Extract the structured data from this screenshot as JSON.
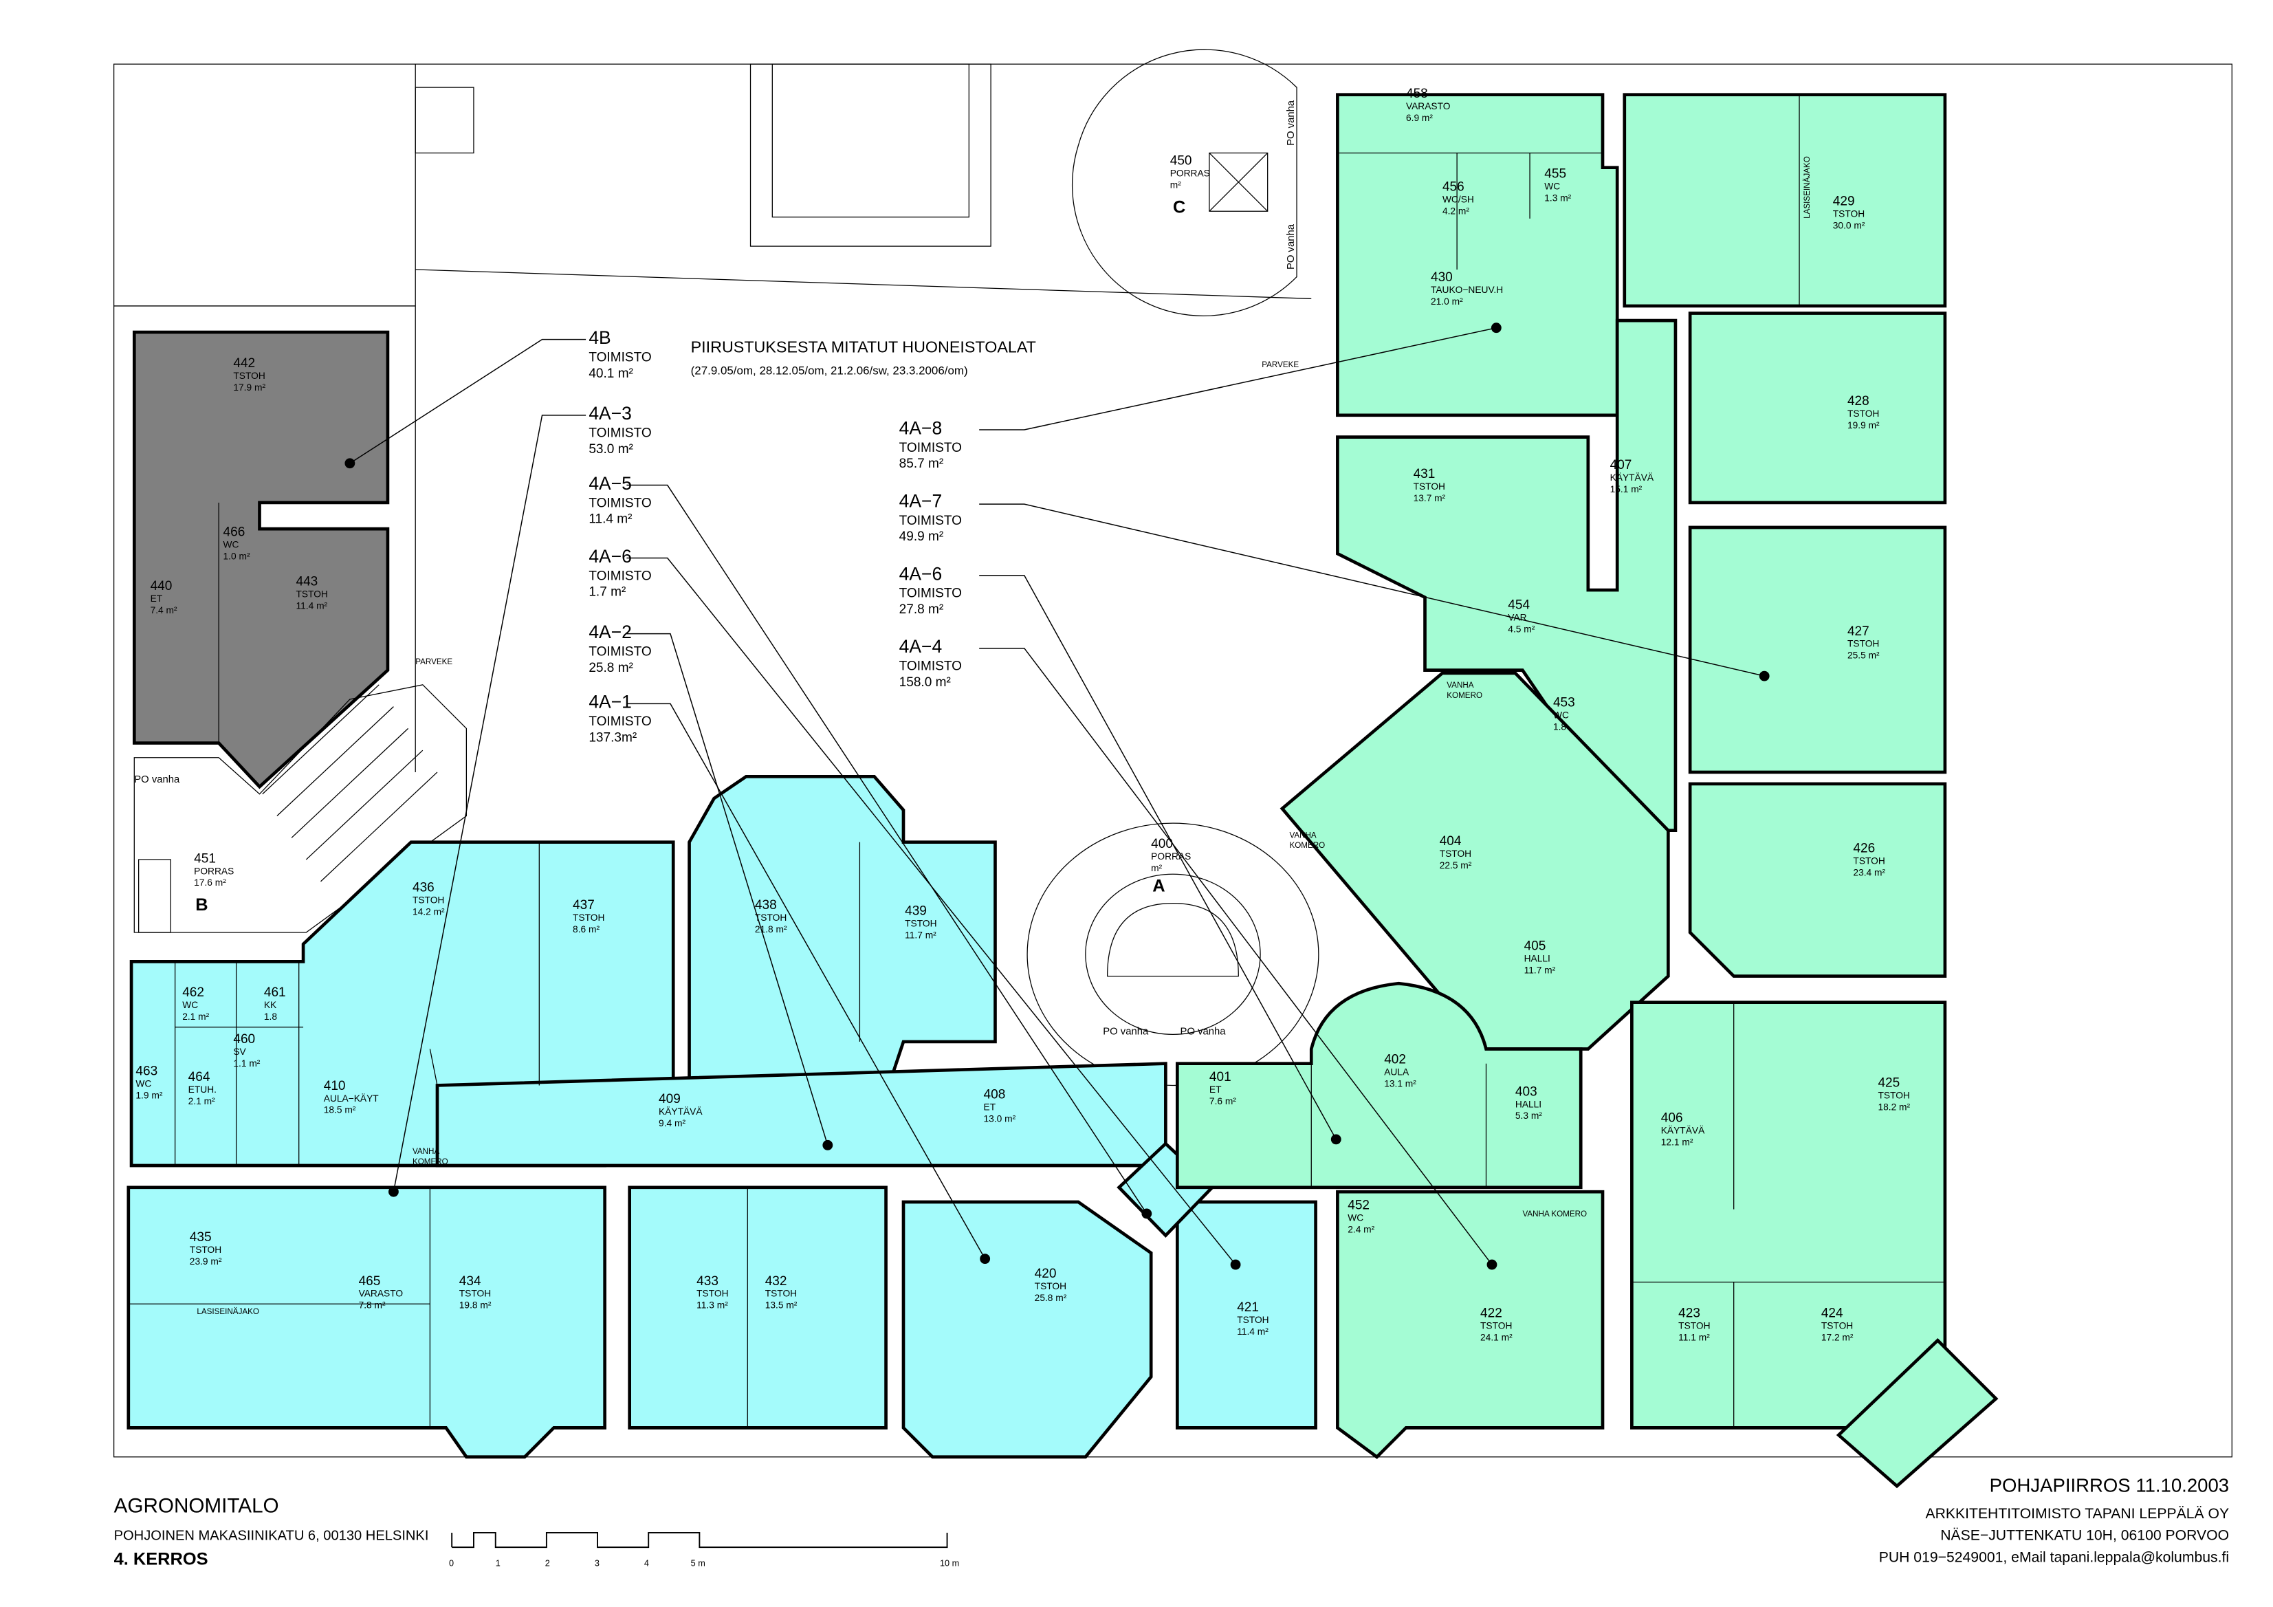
{
  "colors": {
    "apartment_4B": "#808080",
    "apartments_4A_west": "#a4fbfb",
    "apartments_4A_east": "#a4fcd4"
  },
  "header": {
    "title": "PIIRUSTUKSESTA MITATUT HUONEISTOALAT",
    "subtitle": "(27.9.05/om, 28.12.05/om, 21.2.06/sw, 23.3.2006/om)"
  },
  "apartments": [
    {
      "id": "4B",
      "type": "TOIMISTO",
      "area": "40.1  m²"
    },
    {
      "id": "4A−3",
      "type": "TOIMISTO",
      "area": "53.0  m²"
    },
    {
      "id": "4A−5",
      "type": "TOIMISTO",
      "area": "11.4  m²"
    },
    {
      "id": "4A−6",
      "type": "TOIMISTO",
      "area": "1.7    m²"
    },
    {
      "id": "4A−2",
      "type": "TOIMISTO",
      "area": "25.8  m²"
    },
    {
      "id": "4A−1",
      "type": "TOIMISTO",
      "area": "137.3m²"
    },
    {
      "id": "4A−8",
      "type": "TOIMISTO",
      "area": "85.7  m²"
    },
    {
      "id": "4A−7",
      "type": "TOIMISTO",
      "area": "49.9  m²"
    },
    {
      "id": "4A−6",
      "type": "TOIMISTO",
      "area": "27.8  m²"
    },
    {
      "id": "4A−4",
      "type": "TOIMISTO",
      "area": "158.0 m²"
    }
  ],
  "rooms": [
    {
      "number": "442",
      "name": "TSTOH",
      "area": "17.9  m²"
    },
    {
      "number": "466",
      "name": "WC",
      "area": "1.0  m²"
    },
    {
      "number": "440",
      "name": "ET",
      "area": "7.4  m²"
    },
    {
      "number": "443",
      "name": "TSTOH",
      "area": "11.4  m²"
    },
    {
      "number": "451",
      "name": "PORRAS",
      "area": "17.6  m²"
    },
    {
      "number": "450",
      "name": "PORRAS",
      "area": "m²"
    },
    {
      "number": "400",
      "name": "PORRAS",
      "area": "m²"
    },
    {
      "number": "436",
      "name": "TSTOH",
      "area": "14.2  m²"
    },
    {
      "number": "437",
      "name": "TSTOH",
      "area": "8.6  m²"
    },
    {
      "number": "438",
      "name": "TSTOH",
      "area": "21.8  m²"
    },
    {
      "number": "439",
      "name": "TSTOH",
      "area": "11.7  m²"
    },
    {
      "number": "462",
      "name": "WC",
      "area": "2.1  m²"
    },
    {
      "number": "461",
      "name": "KK",
      "area": "1.8"
    },
    {
      "number": "460",
      "name": "SV",
      "area": "1.1  m²"
    },
    {
      "number": "463",
      "name": "WC",
      "area": "1.9  m²"
    },
    {
      "number": "464",
      "name": "ETUH.",
      "area": "2.1  m²"
    },
    {
      "number": "410",
      "name": "AULA−KÄYT",
      "area": "18.5  m²"
    },
    {
      "number": "409",
      "name": "KÄYTÄVÄ",
      "area": "9.4  m²"
    },
    {
      "number": "408",
      "name": "ET",
      "area": "13.0  m²"
    },
    {
      "number": "435",
      "name": "TSTOH",
      "area": "23.9  m²"
    },
    {
      "number": "465",
      "name": "VARASTO",
      "area": "7.8  m²"
    },
    {
      "number": "434",
      "name": "TSTOH",
      "area": "19.8  m²"
    },
    {
      "number": "433",
      "name": "TSTOH",
      "area": "11.3  m²"
    },
    {
      "number": "432",
      "name": "TSTOH",
      "area": "13.5  m²"
    },
    {
      "number": "420",
      "name": "TSTOH",
      "area": "25.8  m²"
    },
    {
      "number": "421",
      "name": "TSTOH",
      "area": "11.4  m²"
    },
    {
      "number": "458",
      "name": "VARASTO",
      "area": "6.9  m²"
    },
    {
      "number": "456",
      "name": "WC/SH",
      "area": "4.2  m²"
    },
    {
      "number": "455",
      "name": "WC",
      "area": "1.3  m²"
    },
    {
      "number": "429",
      "name": "TSTOH",
      "area": "30.0  m²"
    },
    {
      "number": "430",
      "name": "TAUKO−NEUV.H",
      "area": "21.0  m²"
    },
    {
      "number": "428",
      "name": "TSTOH",
      "area": "19.9  m²"
    },
    {
      "number": "431",
      "name": "TSTOH",
      "area": "13.7  m²"
    },
    {
      "number": "407",
      "name": "KÄYTÄVÄ",
      "area": "15.1  m²"
    },
    {
      "number": "454",
      "name": "VAR",
      "area": "4.5  m²"
    },
    {
      "number": "427",
      "name": "TSTOH",
      "area": "25.5  m²"
    },
    {
      "number": "453",
      "name": "WC",
      "area": "1.8"
    },
    {
      "number": "404",
      "name": "TSTOH",
      "area": "22.5  m²"
    },
    {
      "number": "426",
      "name": "TSTOH",
      "area": "23.4  m²"
    },
    {
      "number": "405",
      "name": "HALLI",
      "area": "11.7  m²"
    },
    {
      "number": "401",
      "name": "ET",
      "area": "7.6  m²"
    },
    {
      "number": "402",
      "name": "AULA",
      "area": "13.1  m²"
    },
    {
      "number": "403",
      "name": "HALLI",
      "area": "5.3  m²"
    },
    {
      "number": "425",
      "name": "TSTOH",
      "area": "18.2  m²"
    },
    {
      "number": "406",
      "name": "KÄYTÄVÄ",
      "area": "12.1  m²"
    },
    {
      "number": "452",
      "name": "WC",
      "area": "2.4  m²"
    },
    {
      "number": "422",
      "name": "TSTOH",
      "area": "24.1  m²"
    },
    {
      "number": "423",
      "name": "TSTOH",
      "area": "11.1  m²"
    },
    {
      "number": "424",
      "name": "TSTOH",
      "area": "17.2  m²"
    }
  ],
  "stair_letters": [
    "A",
    "B",
    "C"
  ],
  "notes": {
    "parveke": "PARVEKE",
    "vanha_komero": "VANHA KOMERO",
    "vanha": "VANHA",
    "komero": "KOMERO",
    "po_vanha": "PO vanha",
    "lasiseinajako": "LASISEINÄJAKO"
  },
  "title_block": {
    "building": "AGRONOMITALO",
    "address": "POHJOINEN MAKASIINIKATU 6, 00130 HELSINKI",
    "floor": "4. KERROS",
    "drawing": "POHJAPIIRROS 11.10.2003",
    "office": "ARKKITEHTITOIMISTO TAPANI LEPPÄLÄ OY",
    "office_address": "NÄSE−JUTTENKATU 10H, 06100 PORVOO",
    "contact": "PUH 019−5249001, eMail tapani.leppala@kolumbus.fi"
  },
  "scale_bar": {
    "labels": [
      "0",
      "1",
      "2",
      "3",
      "4",
      "5 m",
      "10 m"
    ]
  }
}
